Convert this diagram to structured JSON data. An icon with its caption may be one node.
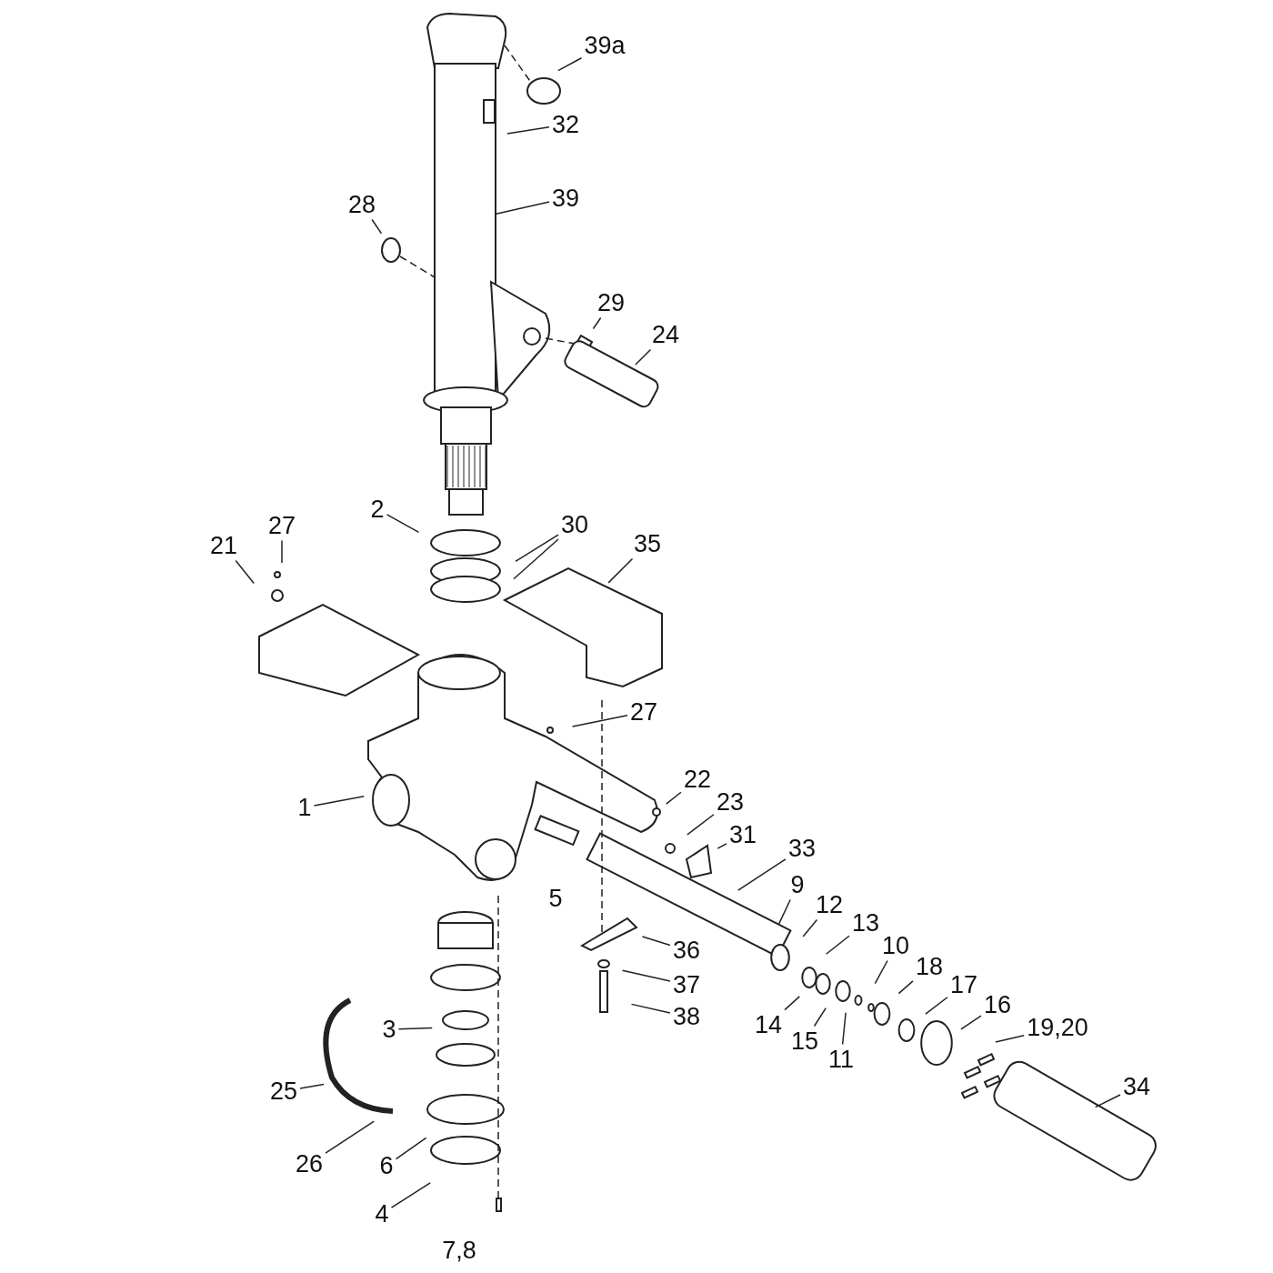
{
  "diagram": {
    "nodes": [
      {
        "text": [
          "39a"
        ]
      },
      {
        "text": [
          "32"
        ]
      },
      {
        "text": [
          "39"
        ]
      },
      {
        "text": [
          "28"
        ]
      },
      {
        "text": [
          "29"
        ]
      },
      {
        "text": [
          "24"
        ]
      },
      {
        "text": [
          "2"
        ]
      },
      {
        "text": [
          "30"
        ]
      },
      {
        "text": [
          "35"
        ]
      },
      {
        "text": [
          "27"
        ]
      },
      {
        "text": [
          "21"
        ]
      },
      {
        "text": [
          "27"
        ]
      },
      {
        "text": [
          "1"
        ]
      },
      {
        "text": [
          "22"
        ]
      },
      {
        "text": [
          "23"
        ]
      },
      {
        "text": [
          "31"
        ]
      },
      {
        "text": [
          "33"
        ]
      },
      {
        "text": [
          "5"
        ]
      },
      {
        "text": [
          "9"
        ]
      },
      {
        "text": [
          "12"
        ]
      },
      {
        "text": [
          "13"
        ]
      },
      {
        "text": [
          "10"
        ]
      },
      {
        "text": [
          "18"
        ]
      },
      {
        "text": [
          "17"
        ]
      },
      {
        "text": [
          "16"
        ]
      },
      {
        "text": [
          "19,20"
        ]
      },
      {
        "text": [
          "36"
        ]
      },
      {
        "text": [
          "37"
        ]
      },
      {
        "text": [
          "38"
        ]
      },
      {
        "text": [
          "14"
        ]
      },
      {
        "text": [
          "15"
        ]
      },
      {
        "text": [
          "11"
        ]
      },
      {
        "text": [
          "34"
        ]
      },
      {
        "text": [
          "3"
        ]
      },
      {
        "text": [
          "25"
        ]
      },
      {
        "text": [
          "26"
        ]
      },
      {
        "text": [
          "6"
        ]
      },
      {
        "text": [
          "4"
        ]
      },
      {
        "text": [
          "7,8"
        ]
      }
    ],
    "edges": [
      {
        "from": 0,
        "to": null,
        "arrow": "none"
      },
      {
        "from": 1,
        "to": null,
        "arrow": "none"
      },
      {
        "from": 2,
        "to": null,
        "arrow": "none"
      },
      {
        "from": 3,
        "to": null,
        "arrow": "none"
      },
      {
        "from": 4,
        "to": null,
        "arrow": "none"
      },
      {
        "from": 5,
        "to": null,
        "arrow": "none"
      },
      {
        "from": 6,
        "to": null,
        "arrow": "none"
      },
      {
        "from": 7,
        "to": null,
        "arrow": "none"
      },
      {
        "from": 7,
        "to": null,
        "arrow": "none"
      },
      {
        "from": 8,
        "to": null,
        "arrow": "none"
      },
      {
        "from": 9,
        "to": null,
        "arrow": "none"
      },
      {
        "from": 10,
        "to": null,
        "arrow": "none"
      },
      {
        "from": 11,
        "to": null,
        "arrow": "none"
      },
      {
        "from": 12,
        "to": null,
        "arrow": "none"
      },
      {
        "from": 13,
        "to": null,
        "arrow": "none"
      },
      {
        "from": 14,
        "to": null,
        "arrow": "none"
      },
      {
        "from": 15,
        "to": null,
        "arrow": "none"
      },
      {
        "from": 16,
        "to": null,
        "arrow": "none"
      },
      {
        "from": 18,
        "to": null,
        "arrow": "none"
      },
      {
        "from": 19,
        "to": null,
        "arrow": "none"
      },
      {
        "from": 20,
        "to": null,
        "arrow": "none"
      },
      {
        "from": 21,
        "to": null,
        "arrow": "none"
      },
      {
        "from": 22,
        "to": null,
        "arrow": "none"
      },
      {
        "from": 23,
        "to": null,
        "arrow": "none"
      },
      {
        "from": 24,
        "to": null,
        "arrow": "none"
      },
      {
        "from": 25,
        "to": null,
        "arrow": "none"
      },
      {
        "from": 26,
        "to": null,
        "arrow": "none"
      },
      {
        "from": 27,
        "to": null,
        "arrow": "none"
      },
      {
        "from": 28,
        "to": null,
        "arrow": "none"
      },
      {
        "from": 29,
        "to": null,
        "arrow": "none"
      },
      {
        "from": 30,
        "to": null,
        "arrow": "none"
      },
      {
        "from": 31,
        "to": null,
        "arrow": "none"
      },
      {
        "from": 32,
        "to": null,
        "arrow": "none"
      },
      {
        "from": 33,
        "to": null,
        "arrow": "none"
      },
      {
        "from": 34,
        "to": null,
        "arrow": "none"
      },
      {
        "from": 35,
        "to": null,
        "arrow": "none"
      },
      {
        "from": 36,
        "to": null,
        "arrow": "none"
      },
      {
        "from": 37,
        "to": null,
        "arrow": "none"
      }
    ]
  }
}
